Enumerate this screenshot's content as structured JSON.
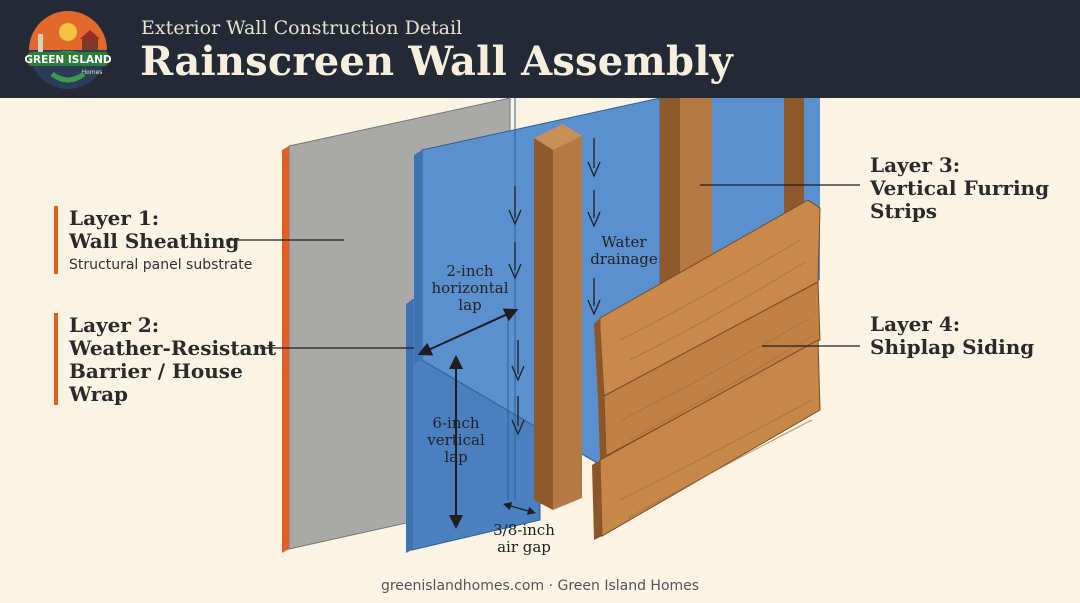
{
  "header": {
    "kicker": "Exterior Wall Construction Detail",
    "title": "Rainscreen Wall Assembly",
    "logo_text": "GREEN ISLAND",
    "logo_subtext": "Homes"
  },
  "labels": {
    "layer1_title": "Layer 1:",
    "layer1_name": "Wall Sheathing",
    "layer1_desc": "Structural panel substrate",
    "layer2_title": "Layer 2:",
    "layer2_line1": "Weather-Resistant",
    "layer2_line2": "Barrier / House",
    "layer2_line3": "Wrap",
    "layer3_title": "Layer 3:",
    "layer3_line1": "Vertical Furring",
    "layer3_line2": "Strips",
    "layer4_title": "Layer 4:",
    "layer4_name": "Shiplap Siding"
  },
  "annotations": {
    "horizontal_lap_1": "2-inch",
    "horizontal_lap_2": "horizontal",
    "horizontal_lap_3": "lap",
    "vertical_lap_1": "6-inch",
    "vertical_lap_2": "vertical",
    "vertical_lap_3": "lap",
    "drainage_1": "Water",
    "drainage_2": "drainage",
    "airgap_1": "3/8-inch",
    "airgap_2": "air gap"
  },
  "footer": "greenislandhomes.com · Green Island Homes",
  "colors": {
    "header_bg": "#232a35",
    "background": "#fbf4e4",
    "accent_bar": "#e0602a",
    "sheathing": "#a8a8a6",
    "wrb": "#4f86c6",
    "wood": "#b5773e"
  }
}
